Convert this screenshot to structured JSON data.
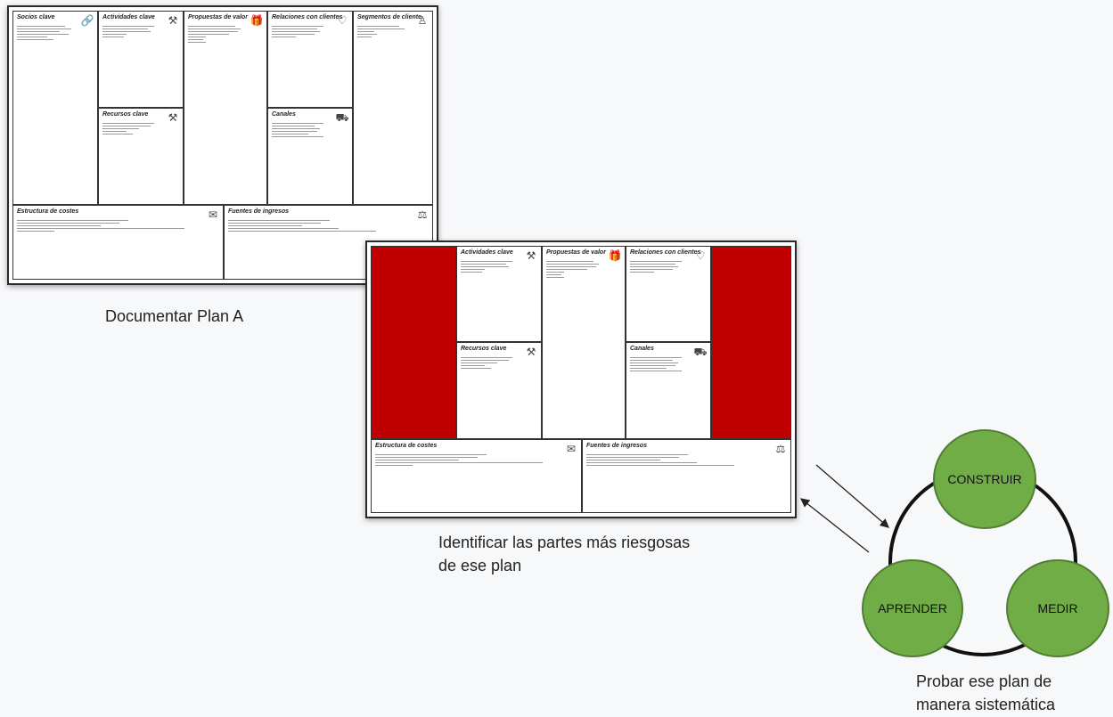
{
  "boards": {
    "plan_a": {
      "cells": {
        "socios": {
          "title": "Socios clave",
          "icon": "link-icon"
        },
        "actividades": {
          "title": "Actividades clave",
          "icon": "worker-icon"
        },
        "propuestas": {
          "title": "Propuestas de valor",
          "icon": "gift-icon"
        },
        "relaciones": {
          "title": "Relaciones con clientes",
          "icon": "heart-icon"
        },
        "segmentos": {
          "title": "Segmentos de cliente",
          "icon": "person-icon"
        },
        "recursos": {
          "title": "Recursos clave",
          "icon": "worker-icon"
        },
        "canales": {
          "title": "Canales",
          "icon": "truck-icon"
        },
        "costes": {
          "title": "Estructura de costes",
          "icon": "tag-icon"
        },
        "ingresos": {
          "title": "Fuentes de ingresos",
          "icon": "money-icon"
        }
      }
    },
    "risky": {
      "highlight_color": "#c00000",
      "cells": {
        "actividades": {
          "title": "Actividades clave",
          "icon": "worker-icon"
        },
        "propuestas": {
          "title": "Propuestas de valor",
          "icon": "gift-icon"
        },
        "relaciones": {
          "title": "Relaciones con clientes",
          "icon": "heart-icon"
        },
        "recursos": {
          "title": "Recursos clave",
          "icon": "worker-icon"
        },
        "canales": {
          "title": "Canales",
          "icon": "truck-icon"
        },
        "costes": {
          "title": "Estructura de costes",
          "icon": "tag-icon"
        },
        "ingresos": {
          "title": "Fuentes de ingresos",
          "icon": "money-icon"
        }
      }
    }
  },
  "captions": {
    "plan_a": "Documentar Plan A",
    "risky_line1": "Identificar las partes más riesgosas",
    "risky_line2": "de ese plan",
    "test_line1": "Probar ese plan de",
    "test_line2": "manera sistemática"
  },
  "cycle": {
    "construir": "CONSTRUIR",
    "medir": "MEDIR",
    "aprender": "APRENDER",
    "circle_color": "#70ad47"
  }
}
